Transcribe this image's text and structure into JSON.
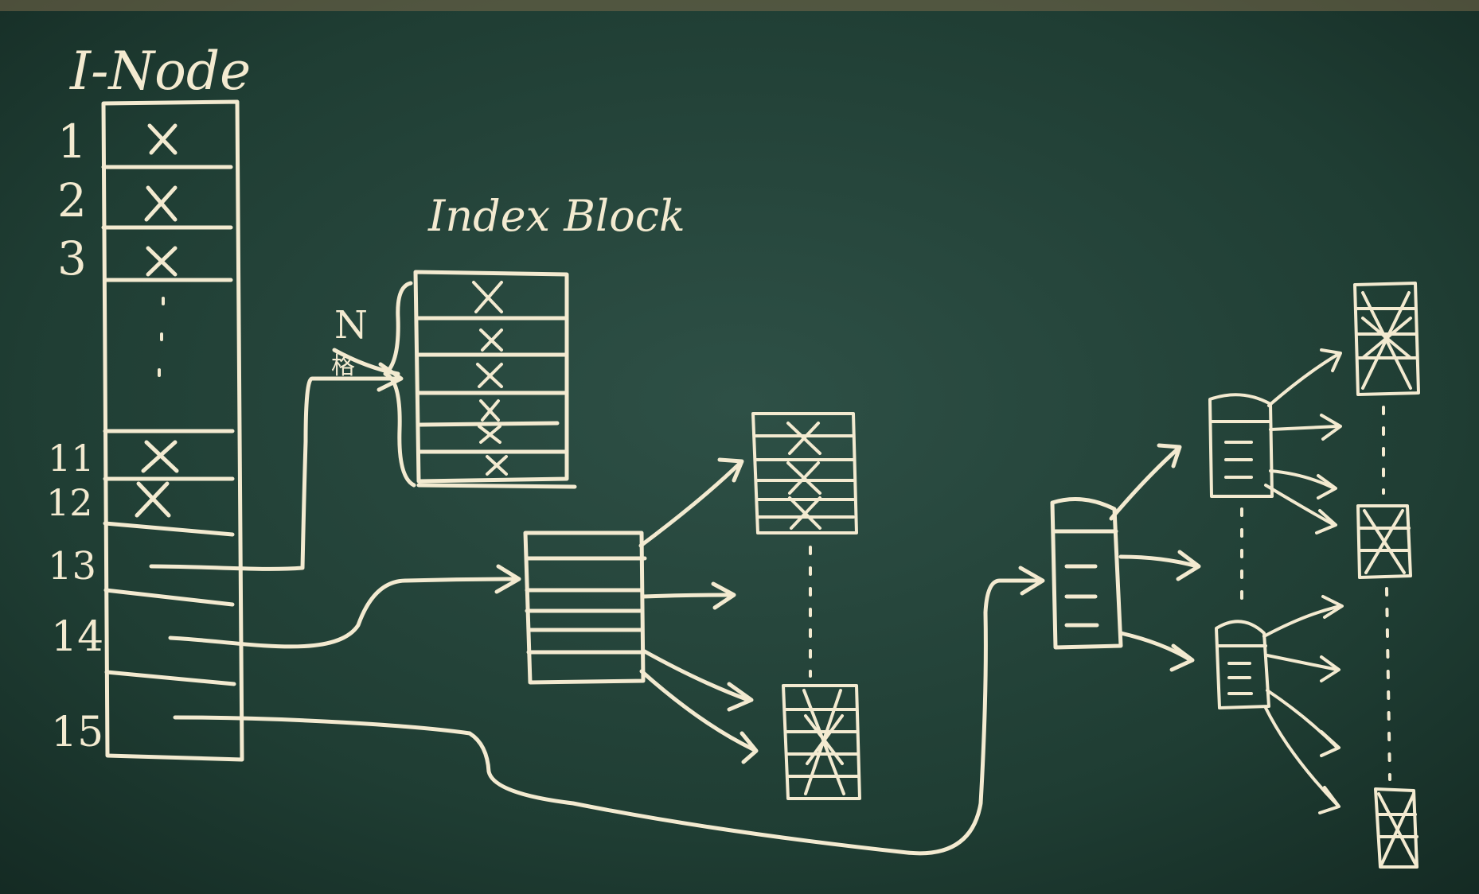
{
  "colors": {
    "board": "#1e3a31",
    "board_light": "#2c4d42",
    "chalk": "#f3ead0",
    "chalk_warm": "#f0dca0"
  },
  "title": "I-Node",
  "index_block_label": "Index Block",
  "n_label": "N",
  "n_sub_label": "格",
  "slot_labels": [
    "1",
    "2",
    "3",
    "11",
    "12",
    "13",
    "14",
    "15"
  ],
  "slot_marks": [
    "X",
    "X",
    "X",
    "X",
    "X"
  ]
}
